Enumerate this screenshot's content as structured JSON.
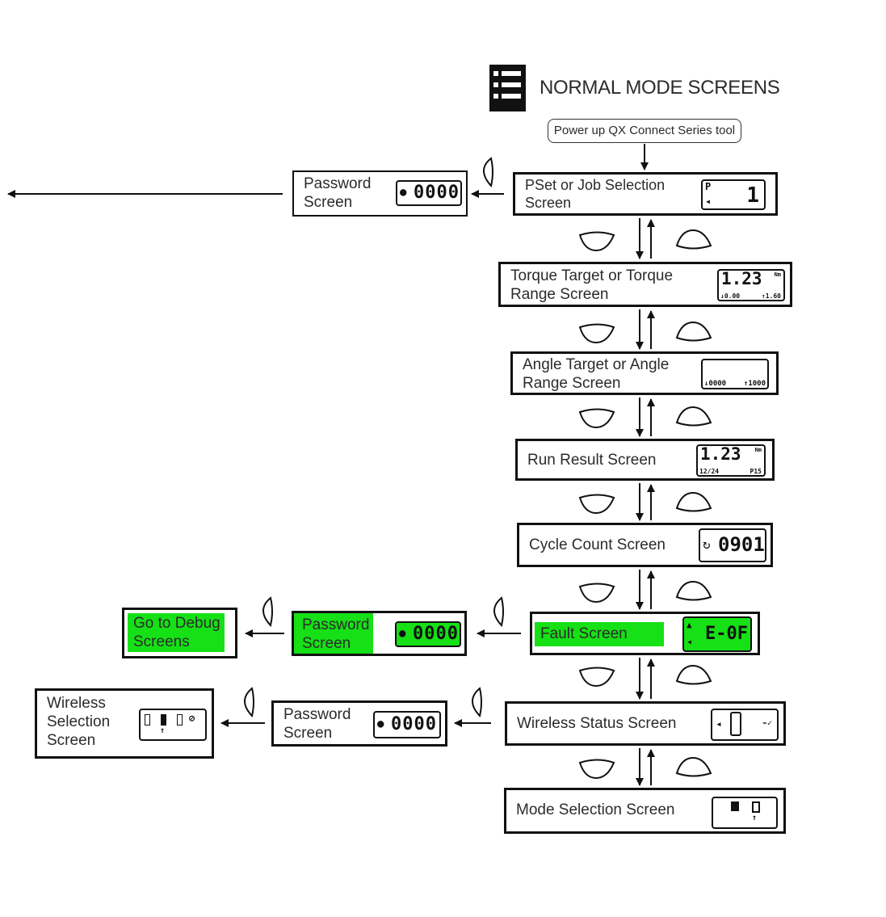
{
  "title": "NORMAL MODE SCREENS",
  "start_label": "Power up QX Connect Series tool",
  "screens": {
    "pset": {
      "label_1": "PSet or Job Selection",
      "label_2": "Screen",
      "lcd_p": "P",
      "lcd_value": "1"
    },
    "torque": {
      "label_1": "Torque Target or Torque",
      "label_2": "Range Screen",
      "lcd_value": "1.23",
      "lcd_unit": "Nm",
      "lcd_low": "↓0.00",
      "lcd_high": "↑1.60"
    },
    "angle": {
      "label_1": "Angle Target or Angle",
      "label_2": "Range Screen",
      "lcd_low": "↓0000",
      "lcd_high": "↑1000"
    },
    "run_result": {
      "label": "Run Result Screen",
      "lcd_value": "1.23",
      "lcd_unit": "Nm",
      "lcd_date": "12/24",
      "lcd_pset": "P15"
    },
    "cycle_count": {
      "label": "Cycle Count Screen",
      "lcd_value": "0901"
    },
    "fault": {
      "label": "Fault Screen",
      "lcd_value": "E-0F"
    },
    "wireless_status": {
      "label": "Wireless Status Screen"
    },
    "mode_selection": {
      "label": "Mode Selection Screen"
    }
  },
  "side_screens": {
    "password_top": {
      "label_1": "Password",
      "label_2": "Screen",
      "lcd_value": "0000"
    },
    "password_fault": {
      "label_1": "Password",
      "label_2": "Screen",
      "lcd_value": "0000"
    },
    "debug": {
      "label_1": "Go to Debug",
      "label_2": "Screens"
    },
    "password_wireless": {
      "label_1": "Password",
      "label_2": "Screen",
      "lcd_value": "0000"
    },
    "wireless_selection": {
      "label_1": "Wireless",
      "label_2": "Selection",
      "label_3": "Screen"
    }
  },
  "colors": {
    "highlight": "#16e016",
    "border": "#111111"
  }
}
